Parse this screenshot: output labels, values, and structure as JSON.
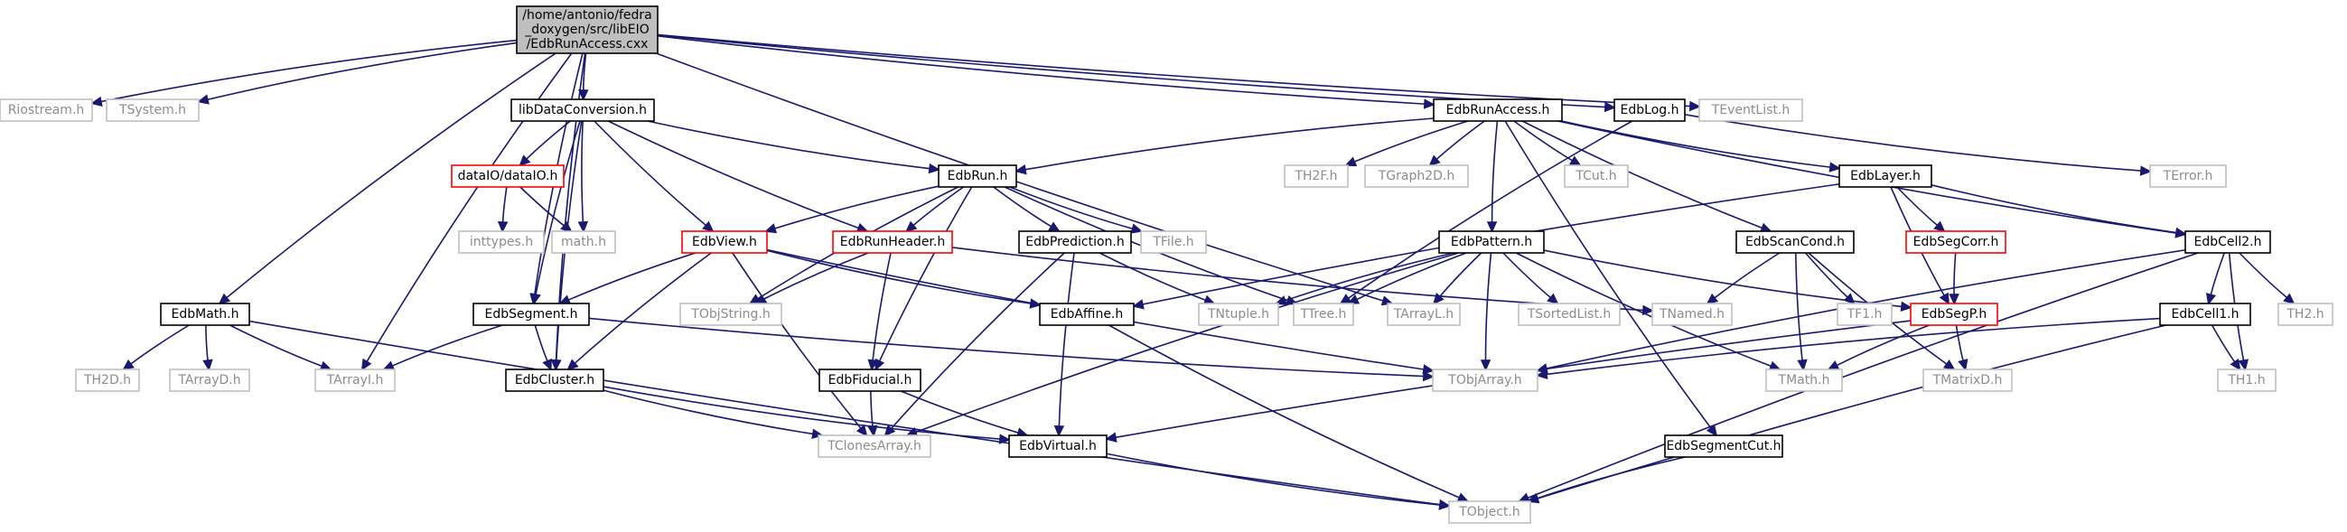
{
  "colors": {
    "edge": "#191970",
    "root_fill": "#bfbfbf",
    "root_stroke": "#000000",
    "local_stroke": "#000000",
    "external_stroke": "#bfbfbf",
    "external_text": "#8c8c8c",
    "missing_stroke": "#ff0000",
    "text": "#000000"
  },
  "nodes": {
    "root": {
      "lines": [
        "/home/antonio/fedra",
        "_doxygen/src/libEIO",
        "/EdbRunAccess.cxx"
      ],
      "kind": "root"
    },
    "riostream": {
      "lines": [
        "Riostream.h"
      ],
      "kind": "external"
    },
    "tsystem": {
      "lines": [
        "TSystem.h"
      ],
      "kind": "external"
    },
    "libdataconv": {
      "lines": [
        "libDataConversion.h"
      ],
      "kind": "local"
    },
    "edbrunaccess": {
      "lines": [
        "EdbRunAccess.h"
      ],
      "kind": "local"
    },
    "edblog": {
      "lines": [
        "EdbLog.h"
      ],
      "kind": "local"
    },
    "teventlist": {
      "lines": [
        "TEventList.h"
      ],
      "kind": "external"
    },
    "dataio": {
      "lines": [
        "dataIO/dataIO.h"
      ],
      "kind": "missing"
    },
    "edbrun": {
      "lines": [
        "EdbRun.h"
      ],
      "kind": "local"
    },
    "th2f": {
      "lines": [
        "TH2F.h"
      ],
      "kind": "external"
    },
    "tgraph2d": {
      "lines": [
        "TGraph2D.h"
      ],
      "kind": "external"
    },
    "tcut": {
      "lines": [
        "TCut.h"
      ],
      "kind": "external"
    },
    "edblayer": {
      "lines": [
        "EdbLayer.h"
      ],
      "kind": "local"
    },
    "terror": {
      "lines": [
        "TError.h"
      ],
      "kind": "external"
    },
    "inttypes": {
      "lines": [
        "inttypes.h"
      ],
      "kind": "external"
    },
    "mathh": {
      "lines": [
        "math.h"
      ],
      "kind": "external"
    },
    "edbview": {
      "lines": [
        "EdbView.h"
      ],
      "kind": "missing"
    },
    "edbrunheader": {
      "lines": [
        "EdbRunHeader.h"
      ],
      "kind": "missing"
    },
    "edbprediction": {
      "lines": [
        "EdbPrediction.h"
      ],
      "kind": "local"
    },
    "tfile": {
      "lines": [
        "TFile.h"
      ],
      "kind": "external"
    },
    "edbpattern": {
      "lines": [
        "EdbPattern.h"
      ],
      "kind": "local"
    },
    "edbscancond": {
      "lines": [
        "EdbScanCond.h"
      ],
      "kind": "local"
    },
    "edbsegcorr": {
      "lines": [
        "EdbSegCorr.h"
      ],
      "kind": "missing"
    },
    "edbcell2": {
      "lines": [
        "EdbCell2.h"
      ],
      "kind": "local"
    },
    "edbmath": {
      "lines": [
        "EdbMath.h"
      ],
      "kind": "local"
    },
    "edbsegment": {
      "lines": [
        "EdbSegment.h"
      ],
      "kind": "local"
    },
    "tobjstring": {
      "lines": [
        "TObjString.h"
      ],
      "kind": "external"
    },
    "edbaffine": {
      "lines": [
        "EdbAffine.h"
      ],
      "kind": "local"
    },
    "tntuple": {
      "lines": [
        "TNtuple.h"
      ],
      "kind": "external"
    },
    "ttree": {
      "lines": [
        "TTree.h"
      ],
      "kind": "external"
    },
    "tarrayl": {
      "lines": [
        "TArrayL.h"
      ],
      "kind": "external"
    },
    "tsortedlist": {
      "lines": [
        "TSortedList.h"
      ],
      "kind": "external"
    },
    "tnamed": {
      "lines": [
        "TNamed.h"
      ],
      "kind": "external"
    },
    "tf1": {
      "lines": [
        "TF1.h"
      ],
      "kind": "external"
    },
    "edbsegp": {
      "lines": [
        "EdbSegP.h"
      ],
      "kind": "missing"
    },
    "edbcell1": {
      "lines": [
        "EdbCell1.h"
      ],
      "kind": "local"
    },
    "th2": {
      "lines": [
        "TH2.h"
      ],
      "kind": "external"
    },
    "th2d": {
      "lines": [
        "TH2D.h"
      ],
      "kind": "external"
    },
    "tarrayd": {
      "lines": [
        "TArrayD.h"
      ],
      "kind": "external"
    },
    "tarrayi": {
      "lines": [
        "TArrayI.h"
      ],
      "kind": "external"
    },
    "edbcluster": {
      "lines": [
        "EdbCluster.h"
      ],
      "kind": "local"
    },
    "edbfiducial": {
      "lines": [
        "EdbFiducial.h"
      ],
      "kind": "local"
    },
    "tobjarray": {
      "lines": [
        "TObjArray.h"
      ],
      "kind": "external"
    },
    "tmath": {
      "lines": [
        "TMath.h"
      ],
      "kind": "external"
    },
    "tmatrixd": {
      "lines": [
        "TMatrixD.h"
      ],
      "kind": "external"
    },
    "th1": {
      "lines": [
        "TH1.h"
      ],
      "kind": "external"
    },
    "tclonesarray": {
      "lines": [
        "TClonesArray.h"
      ],
      "kind": "external"
    },
    "edbvirtual": {
      "lines": [
        "EdbVirtual.h"
      ],
      "kind": "local"
    },
    "edbsegmentcut": {
      "lines": [
        "EdbSegmentCut.h"
      ],
      "kind": "local"
    },
    "tobject": {
      "lines": [
        "TObject.h"
      ],
      "kind": "external"
    }
  },
  "edges": [
    [
      "root",
      "riostream"
    ],
    [
      "root",
      "tsystem"
    ],
    [
      "root",
      "libdataconv"
    ],
    [
      "root",
      "edbrunaccess"
    ],
    [
      "root",
      "edblog"
    ],
    [
      "root",
      "teventlist"
    ],
    [
      "root",
      "edbmath"
    ],
    [
      "root",
      "tarrayi"
    ],
    [
      "root",
      "edbcluster"
    ],
    [
      "root",
      "edbsegment"
    ],
    [
      "root",
      "tarrayl"
    ],
    [
      "libdataconv",
      "dataio"
    ],
    [
      "libdataconv",
      "mathh"
    ],
    [
      "libdataconv",
      "edbview"
    ],
    [
      "libdataconv",
      "edbrunheader"
    ],
    [
      "libdataconv",
      "edbrun"
    ],
    [
      "libdataconv",
      "edbsegment"
    ],
    [
      "libdataconv",
      "edbcluster"
    ],
    [
      "dataio",
      "inttypes"
    ],
    [
      "dataio",
      "mathh"
    ],
    [
      "edbrunaccess",
      "edbrun"
    ],
    [
      "edbrunaccess",
      "th2f"
    ],
    [
      "edbrunaccess",
      "tgraph2d"
    ],
    [
      "edbrunaccess",
      "tcut"
    ],
    [
      "edbrunaccess",
      "edblayer"
    ],
    [
      "edbrunaccess",
      "edbpattern"
    ],
    [
      "edbrunaccess",
      "edbscancond"
    ],
    [
      "edbrunaccess",
      "edbsegmentcut"
    ],
    [
      "edbrunaccess",
      "edbcell2"
    ],
    [
      "edblog",
      "terror"
    ],
    [
      "edblog",
      "ttree"
    ],
    [
      "edbrun",
      "edbview"
    ],
    [
      "edbrun",
      "edbrunheader"
    ],
    [
      "edbrun",
      "edbprediction"
    ],
    [
      "edbrun",
      "tfile"
    ],
    [
      "edbrun",
      "ttree"
    ],
    [
      "edbrun",
      "tobjstring"
    ],
    [
      "edbrun",
      "edbfiducial"
    ],
    [
      "edbview",
      "edbsegment"
    ],
    [
      "edbview",
      "edbcluster"
    ],
    [
      "edbview",
      "edbaffine"
    ],
    [
      "edbview",
      "tclonesarray"
    ],
    [
      "edbview",
      "tobjarray"
    ],
    [
      "edbrunheader",
      "tobjstring"
    ],
    [
      "edbrunheader",
      "edbfiducial"
    ],
    [
      "edbrunheader",
      "tnamed"
    ],
    [
      "edbprediction",
      "tntuple"
    ],
    [
      "edbprediction",
      "edbvirtual"
    ],
    [
      "edbprediction",
      "tclonesarray"
    ],
    [
      "edblayer",
      "edbsegcorr"
    ],
    [
      "edblayer",
      "edbsegp"
    ],
    [
      "edblayer",
      "edbcell2"
    ],
    [
      "edblayer",
      "edbaffine"
    ],
    [
      "edbpattern",
      "tntuple"
    ],
    [
      "edbpattern",
      "ttree"
    ],
    [
      "edbpattern",
      "tarrayl"
    ],
    [
      "edbpattern",
      "tsortedlist"
    ],
    [
      "edbpattern",
      "tobjarray"
    ],
    [
      "edbpattern",
      "tclonesarray"
    ],
    [
      "edbpattern",
      "edbsegp"
    ],
    [
      "edbpattern",
      "tmath"
    ],
    [
      "edbscancond",
      "tnamed"
    ],
    [
      "edbscancond",
      "tf1"
    ],
    [
      "edbscancond",
      "tmath"
    ],
    [
      "edbscancond",
      "tmatrixd"
    ],
    [
      "edbsegcorr",
      "edbsegp"
    ],
    [
      "edbsegp",
      "tmath"
    ],
    [
      "edbsegp",
      "tmatrixd"
    ],
    [
      "edbsegp",
      "edbvirtual"
    ],
    [
      "edbcell2",
      "edbcell1"
    ],
    [
      "edbcell2",
      "th2"
    ],
    [
      "edbcell2",
      "th1"
    ],
    [
      "edbcell2",
      "tobject"
    ],
    [
      "edbcell2",
      "tobjarray"
    ],
    [
      "edbcell1",
      "th1"
    ],
    [
      "edbcell1",
      "tobjarray"
    ],
    [
      "edbcell1",
      "tobject"
    ],
    [
      "edbmath",
      "th2d"
    ],
    [
      "edbmath",
      "tarrayd"
    ],
    [
      "edbmath",
      "tarrayi"
    ],
    [
      "edbmath",
      "tobject"
    ],
    [
      "edbsegment",
      "tarrayi"
    ],
    [
      "edbsegment",
      "edbcluster"
    ],
    [
      "edbsegment",
      "tobjarray"
    ],
    [
      "edbaffine",
      "tobject"
    ],
    [
      "edbcluster",
      "tclonesarray"
    ],
    [
      "edbcluster",
      "edbvirtual"
    ],
    [
      "edbfiducial",
      "tclonesarray"
    ],
    [
      "edbfiducial",
      "edbvirtual"
    ],
    [
      "edbvirtual",
      "tobject"
    ],
    [
      "edbsegmentcut",
      "tobject"
    ]
  ]
}
